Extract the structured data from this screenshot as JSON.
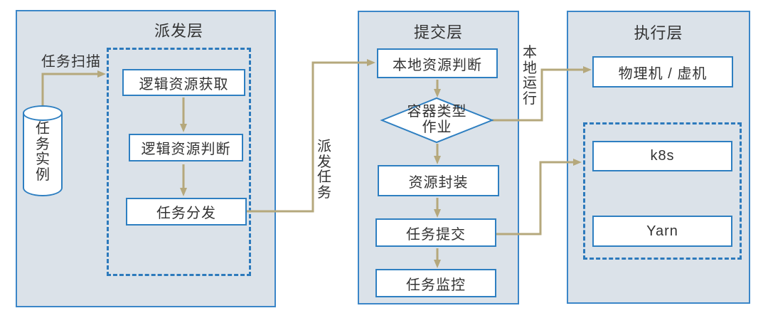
{
  "colors": {
    "panel_fill": "#dbe2e9",
    "panel_border": "#3b86c8",
    "box_border": "#2e7fc1",
    "dashed_border": "#2d7abc",
    "arrow": "#b5a87c",
    "text": "#333333"
  },
  "layers": {
    "dispatch": {
      "title": "派发层",
      "source_cylinder": "任务实例",
      "nodes": {
        "logic_fetch": "逻辑资源获取",
        "logic_judge": "逻辑资源判断",
        "task_dispatch": "任务分发"
      }
    },
    "submit": {
      "title": "提交层",
      "nodes": {
        "local_judge": "本地资源判断",
        "decision_line1": "容器类型",
        "decision_line2": "作业",
        "resource_pack": "资源封装",
        "task_submit": "任务提交",
        "task_monitor": "任务监控"
      }
    },
    "execute": {
      "title": "执行层",
      "nodes": {
        "physical_vm": "物理机 / 虚机",
        "k8s": "k8s",
        "yarn": "Yarn"
      }
    }
  },
  "edge_labels": {
    "task_scan": "任务扫描",
    "dispatch_task": "派发任务",
    "local_run": "本地运行"
  }
}
